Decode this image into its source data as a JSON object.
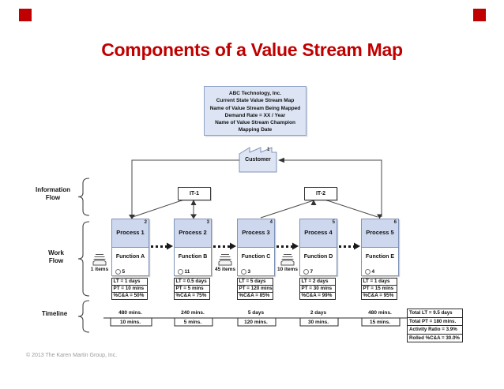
{
  "page": {
    "title": "Components of a Value Stream Map",
    "copyright": "© 2013 The Karen Martin Group, Inc."
  },
  "colors": {
    "accent_red": "#c00000",
    "process_fill": "#cdd8ee",
    "header_fill": "#dde5f4",
    "line": "#4a4a4a"
  },
  "header_box": {
    "lines": [
      "ABC Technology, Inc.",
      "Current State Value Stream Map",
      "Name of Value Stream Being Mapped",
      "Demand Rate = XX / Year",
      "Name of Value Stream Champion",
      "Mapping Date"
    ]
  },
  "customer": {
    "label": "Customer",
    "number": "1"
  },
  "it_systems": {
    "it1": "IT-1",
    "it2": "IT-2"
  },
  "flow_labels": {
    "information_flow": [
      "Information",
      "Flow"
    ],
    "work_flow": [
      "Work",
      "Flow"
    ],
    "timeline": "Timeline"
  },
  "inventories": [
    {
      "label": "1 items"
    },
    {
      "label": "45 items"
    },
    {
      "label": "10 items"
    }
  ],
  "processes": [
    {
      "name": "Process 1",
      "number": "2",
      "function": "Function A",
      "staff": "5",
      "data": [
        "LT = 1 days",
        "PT = 10 mins",
        "%C&A = 50%"
      ],
      "wait": "480 mins.",
      "process_time": "10 mins."
    },
    {
      "name": "Process 2",
      "number": "3",
      "function": "Function B",
      "staff": "11",
      "data": [
        "LT = 0.5 days",
        "PT = 5 mins",
        "%C&A = 75%"
      ],
      "wait": "240 mins.",
      "process_time": "5 mins."
    },
    {
      "name": "Process 3",
      "number": "4",
      "function": "Function C",
      "staff": "3",
      "data": [
        "LT = 5 days",
        "PT = 120 mins",
        "%C&A = 85%"
      ],
      "wait": "5 days",
      "process_time": "120 mins."
    },
    {
      "name": "Process 4",
      "number": "5",
      "function": "Function D",
      "staff": "7",
      "data": [
        "LT = 2 days",
        "PT = 30 mins",
        "%C&A = 99%"
      ],
      "wait": "2 days",
      "process_time": "30 mins."
    },
    {
      "name": "Process 5",
      "number": "6",
      "function": "Function E",
      "staff": "4",
      "data": [
        "LT = 1 days",
        "PT = 15 mins",
        "%C&A = 95%"
      ],
      "wait": "480 mins.",
      "process_time": "15 mins."
    }
  ],
  "summary_box": {
    "rows": [
      "Total LT = 9.5 days",
      "Total PT = 180 mins.",
      "Activity Ratio = 3.9%",
      "Rolled %C&A = 30.0%"
    ]
  }
}
